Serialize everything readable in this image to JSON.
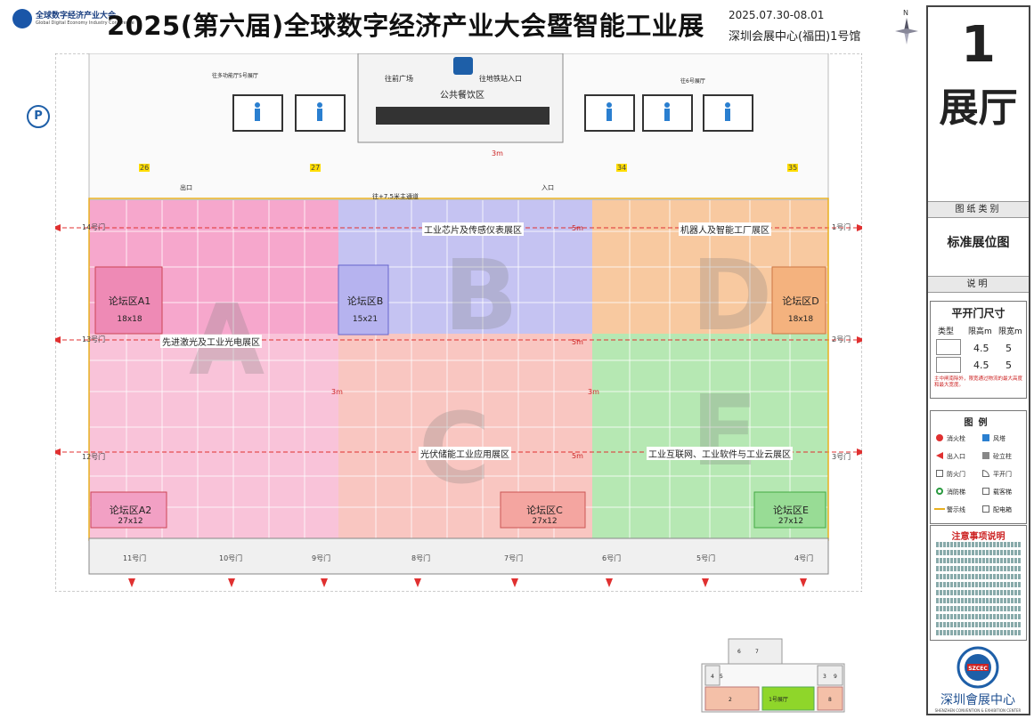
{
  "header": {
    "title": "2025(第六届)全球数字经济产业大会暨智能工业展",
    "logo_cn": "全球数字经济产业大会",
    "logo_en": "Global Digital Economy Industry Conference",
    "dates": "2025.07.30-08.01",
    "venue": "深圳会展中心(福田)1号馆",
    "compass": "N"
  },
  "panel": {
    "hall_number": "1",
    "hall_chars": "展厅",
    "drawing_type_label": "图纸类别",
    "drawing_type": "标准展位图",
    "notes_label": "说明",
    "door_size_title": "平开门尺寸",
    "door_table": {
      "headers": [
        "类型",
        "限高m",
        "限宽m"
      ],
      "rows": [
        {
          "type": "",
          "height": "4.5",
          "width": "5"
        },
        {
          "type": "",
          "height": "4.5",
          "width": "5"
        }
      ]
    },
    "door_note": "主中闸南除外，限宽通过物流的最大高度和最大宽度。",
    "legend_title": "图例",
    "legend": [
      {
        "label": "消火栓",
        "icon": "hydrant-icon",
        "color": "#e03030"
      },
      {
        "label": "风塔",
        "icon": "wind-tower-icon",
        "color": "#2a7fd0"
      },
      {
        "label": "出入口",
        "icon": "entrance-arrow-icon",
        "color": "#e03030"
      },
      {
        "label": "砼立柱",
        "icon": "pillar-icon",
        "color": "#888888"
      },
      {
        "label": "防火门",
        "icon": "fire-door-icon",
        "color": "#666666"
      },
      {
        "label": "平开门",
        "icon": "swing-door-icon",
        "color": "#666666"
      },
      {
        "label": "消防梯",
        "icon": "fire-ladder-icon",
        "color": "#2a9a40"
      },
      {
        "label": "载客梯",
        "icon": "elevator-icon",
        "color": "#666666"
      },
      {
        "label": "警示线",
        "icon": "warning-line-icon",
        "color": "#e8b020"
      },
      {
        "label": "配电箱",
        "icon": "power-box-icon",
        "color": "#666666"
      }
    ],
    "notice_title": "注意事项说明"
  },
  "plan": {
    "zones": [
      {
        "label": "工业芯片及传感仪表展区",
        "color": "#b9b8f0"
      },
      {
        "label": "机器人及智能工厂展区",
        "color": "#f7c59a"
      },
      {
        "label": "先进激光及工业光电展区",
        "color": "#f4a6c8"
      },
      {
        "label": "光伏储能工业应用展区",
        "color": "#f7b5b0"
      },
      {
        "label": "工业互联网、工业软件与工业云展区",
        "color": "#a8e6a6"
      }
    ],
    "forums": [
      {
        "name": "论坛区A1",
        "size": "18x18"
      },
      {
        "name": "论坛区B",
        "size": "15x21"
      },
      {
        "name": "论坛区D",
        "size": "18x18"
      },
      {
        "name": "论坛区A2",
        "size": "27x12"
      },
      {
        "name": "论坛区C",
        "size": "27x12"
      },
      {
        "name": "论坛区E",
        "size": "27x12"
      }
    ],
    "big_letters": [
      "A",
      "B",
      "C",
      "D",
      "E"
    ],
    "top_labels": {
      "food": "公共餐饮区",
      "plaza": "往前广场",
      "metro": "往地铁站入口",
      "hall5": "往多功能厅5号展厅",
      "hall6": "往6号展厅",
      "aisle": "往+7.5米主通道",
      "exit": "出口",
      "entry": "入口"
    },
    "doors_left": [
      "14号门",
      "13号门",
      "12号门"
    ],
    "doors_right": [
      "1号门",
      "2号门",
      "3号门"
    ],
    "doors_bottom": [
      "11号门",
      "10号门",
      "9号门",
      "8号门",
      "7号门",
      "6号门",
      "5号门",
      "4号门"
    ],
    "pillar_numbers": [
      "26",
      "27",
      "34",
      "35"
    ],
    "aisle_widths": [
      "5m",
      "3m",
      "5m",
      "3m",
      "5m",
      "3m"
    ]
  },
  "keymap": {
    "active_hall": "1号展厅",
    "halls": [
      "2",
      "8",
      "4",
      "5",
      "6",
      "7",
      "3",
      "9"
    ]
  },
  "footer": {
    "venue_cn": "深圳會展中心",
    "venue_en": "SHENZHEN CONVENTION & EXHIBITION CENTER",
    "badge": "SZCEC"
  }
}
